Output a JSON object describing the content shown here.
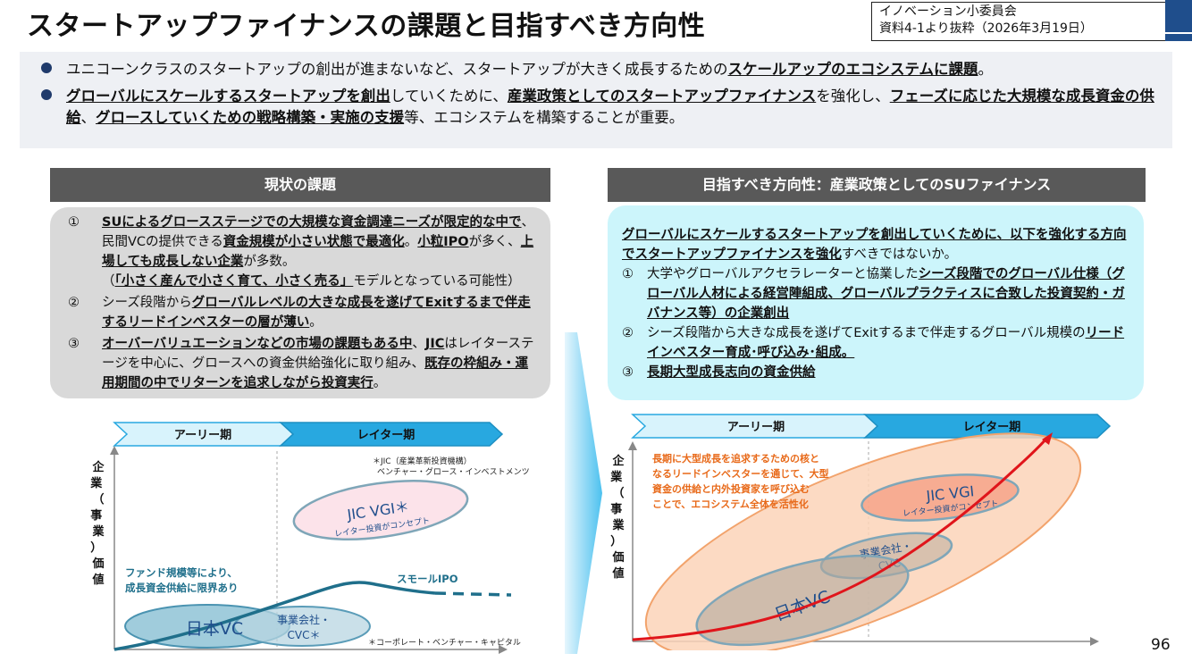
{
  "header": {
    "title": "スタートアップファイナンスの課題と目指すべき方向性",
    "source_line1": "イノベーション小委員会",
    "source_line2": "資料4-1より抜粋（2026年3月19日）"
  },
  "summary": {
    "b1_pre": "ユニコーンクラスのスタートアップの創出が進まないなど、スタートアップが大きく成長するための",
    "b1_bold": "スケールアップのエコシステムに課題",
    "b1_post": "。",
    "b2_bold1": "グローバルにスケールするスタートアップを創出",
    "b2_t1": "していくために、",
    "b2_bold2": "産業政策としてのスタートアップファイナンス",
    "b2_t2": "を強化し、",
    "b2_bold3": "フェーズに応じた大規模な成長資金の供給",
    "b2_t3": "、",
    "b2_bold4": "グロースしていくための戦略構築・実施の支援",
    "b2_t4": "等、エコシステムを構築することが重要。"
  },
  "left": {
    "header": "現状の課題",
    "i1_num": "①",
    "i1_b1": "SUによるグロースステージでの大規模な資金調達ニーズが限定的な中で",
    "i1_t1": "、民間VCの提供できる",
    "i1_b2": "資金規模が小さい状態で最適化",
    "i1_t2": "。",
    "i1_b3": "小粒IPO",
    "i1_t3": "が多く、",
    "i1_b4": "上場しても成長しない企業",
    "i1_t4": "が多数。（",
    "i1_b5": "「小さく産んで小さく育て、小さく売る」",
    "i1_t5": "モデルとなっている可能性）",
    "i2_num": "②",
    "i2_t1": "シーズ段階から",
    "i2_b1": "グローバルレベルの大きな成長を遂げてExitするまで伴走するリードインベスターの層が薄い",
    "i2_t2": "。",
    "i3_num": "③",
    "i3_b1": "オーバーバリュエーションなどの市場の課題もある中",
    "i3_t1": "、",
    "i3_b2": "JIC",
    "i3_t2": "はレイターステージを中心に、グロースへの資金供給強化に取り組み、",
    "i3_b3": "既存の枠組み・運用期間の中でリターンを追求しながら投資実行",
    "i3_t3": "。"
  },
  "right": {
    "header": "目指すべき方向性：産業政策としてのSUファイナンス",
    "lead_b": "グローバルにスケールするスタートアップを創出していくために、以下を強化する方向でスタートアップファイナンスを強化",
    "lead_t": "すべきではないか。",
    "i1_num": "①",
    "i1_t1": "大学やグローバルアクセラレーターと協業した",
    "i1_b1": "シーズ段階でのグローバル仕様（グローバル人材による経営陣組成、グローバルプラクティスに合致した投資契約・ガバナンス等）の企業創出",
    "i2_num": "②",
    "i2_t1": "シーズ段階から大きな成長を遂げてExitするまで伴走するグローバル規模の",
    "i2_b1": "リードインベスター育成･呼び込み･組成。",
    "i3_num": "③",
    "i3_b1": "長期大型成長志向の資金供給"
  },
  "left_chart": {
    "phase_early": "アーリー期",
    "phase_later": "レイター期",
    "yaxis": "企業（事業）価値",
    "jic_note1": "＊JIC（産業革新投資機構）",
    "jic_note2": "ベンチャー・グロース・インベストメンツ",
    "jic_title": "JIC VGI＊",
    "jic_sub": "レイター投資がコンセプト",
    "fund_note1": "ファンド規模等により、",
    "fund_note2": "成長資金供給に限界あり",
    "small_ipo": "スモールIPO",
    "jvc": "日本VC",
    "cvc1": "事業会社・",
    "cvc2": "CVC＊",
    "cvc_note": "＊コーポレート・ベンチャー・キャピタル"
  },
  "right_chart": {
    "phase_early": "アーリー期",
    "phase_later": "レイター期",
    "yaxis": "企業（事業）価値",
    "note1": "長期に大型成長を追求するための核と",
    "note2": "なるリードインベスターを通じて、大型",
    "note3": "資金の供給と内外投資家を呼び込む",
    "note4": "ことで、エコシステム全体を活性化",
    "jic_title": "JIC VGI",
    "jic_sub": "レイター投資がコンセプト",
    "cvc1": "事業会社・",
    "cvc2": "CVC",
    "jvc": "日本VC"
  },
  "page_number": "96",
  "colors": {
    "navy": "#1f3a6b",
    "teal_line": "#1f6f8b",
    "red_curve": "#e0151b",
    "orange": "#e86a1a",
    "chevron_early": "#d8f3fc",
    "chevron_later": "#28a8e0"
  }
}
